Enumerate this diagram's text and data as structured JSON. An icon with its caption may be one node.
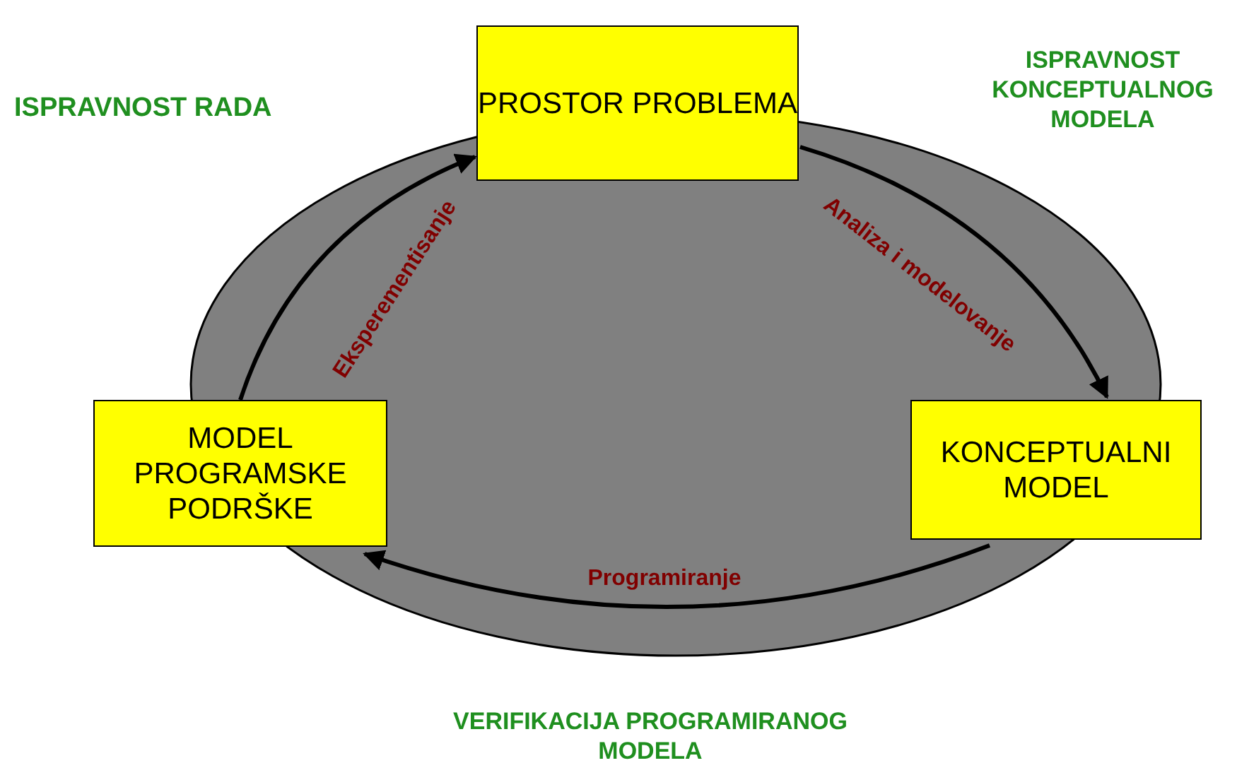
{
  "diagram": {
    "nodes": [
      {
        "text": [
          "PROSTOR PROBLEMA"
        ]
      },
      {
        "text": [
          "KONCEPTUALNI MODEL"
        ]
      },
      {
        "text": [
          "MODEL PROGRAMSKE PODRŠKE"
        ]
      }
    ],
    "edges": [
      {
        "from": 0,
        "to": 1,
        "arrow": "to",
        "label": "Analiza i modelovanje"
      },
      {
        "from": 1,
        "to": 2,
        "arrow": "to",
        "label": "Programiranje"
      },
      {
        "from": 2,
        "to": 0,
        "arrow": "to",
        "label": "Eksperementisanje"
      }
    ],
    "labels": [
      "ISPRAVNOST RADA",
      "ISPRAVNOST KONCEPTUALNOG MODELA",
      "VERIFIKACIJA PROGRAMIRANOG MODELA"
    ]
  }
}
